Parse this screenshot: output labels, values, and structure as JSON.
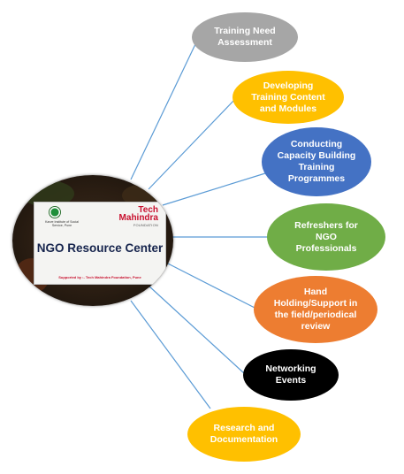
{
  "hub": {
    "institute": "Karve Institute of Social Service, Pune",
    "brand_line1": "Tech",
    "brand_line2": "Mahindra",
    "brand_line3": "FOUNDATION",
    "title": "NGO Resource Center",
    "support": "Supported by :- Tech Mahindra Foundation, Pune"
  },
  "nodes": [
    {
      "label": "Training Need\nAssessment",
      "color": "#a6a6a6",
      "text_color": "#ffffff"
    },
    {
      "label": "Developing\nTraining Content\nand Modules",
      "color": "#ffc000",
      "text_color": "#ffffff"
    },
    {
      "label": "Conducting\nCapacity Building\nTraining\nProgrammes",
      "color": "#4472c4",
      "text_color": "#ffffff"
    },
    {
      "label": "Refreshers for\nNGO\nProfessionals",
      "color": "#70ad47",
      "text_color": "#ffffff"
    },
    {
      "label": "Hand\nHolding/Support in\nthe field/periodical\nreview",
      "color": "#ed7d31",
      "text_color": "#ffffff"
    },
    {
      "label": "Networking\nEvents",
      "color": "#000000",
      "text_color": "#ffffff"
    },
    {
      "label": "Research and\nDocumentation",
      "color": "#ffc000",
      "text_color": "#ffffff"
    }
  ],
  "connector_color": "#5b9bd5"
}
